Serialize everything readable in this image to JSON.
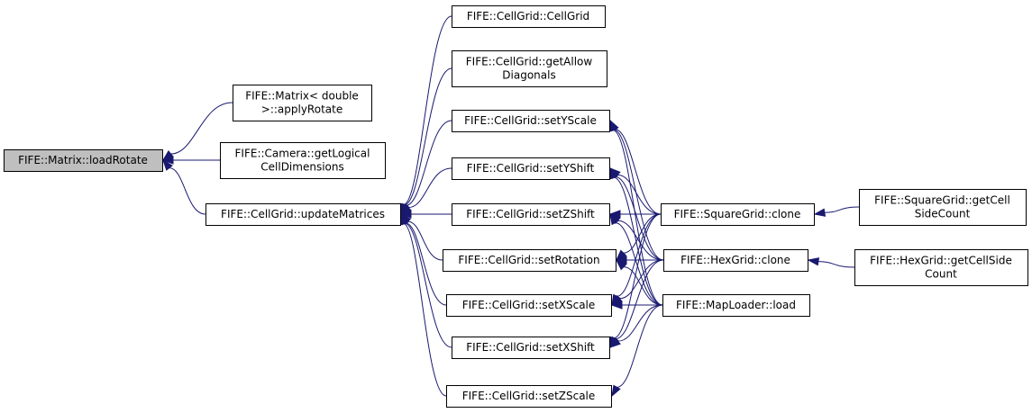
{
  "nodes": [
    {
      "id": "loadRotate",
      "lines": [
        "FIFE::Matrix::loadRotate"
      ],
      "root": true
    },
    {
      "id": "applyRotate",
      "lines": [
        "FIFE::Matrix< double",
        " >::applyRotate"
      ]
    },
    {
      "id": "getLogical",
      "lines": [
        "FIFE::Camera::getLogical",
        "CellDimensions"
      ]
    },
    {
      "id": "updateMatrices",
      "lines": [
        "FIFE::CellGrid::updateMatrices"
      ]
    },
    {
      "id": "cellGrid",
      "lines": [
        "FIFE::CellGrid::CellGrid"
      ]
    },
    {
      "id": "getAllowDiagonals",
      "lines": [
        "FIFE::CellGrid::getAllow",
        "Diagonals"
      ]
    },
    {
      "id": "setYScale",
      "lines": [
        "FIFE::CellGrid::setYScale"
      ]
    },
    {
      "id": "setYShift",
      "lines": [
        "FIFE::CellGrid::setYShift"
      ]
    },
    {
      "id": "setZShift",
      "lines": [
        "FIFE::CellGrid::setZShift"
      ]
    },
    {
      "id": "setRotation",
      "lines": [
        "FIFE::CellGrid::setRotation"
      ]
    },
    {
      "id": "setXScale",
      "lines": [
        "FIFE::CellGrid::setXScale"
      ]
    },
    {
      "id": "setXShift",
      "lines": [
        "FIFE::CellGrid::setXShift"
      ]
    },
    {
      "id": "setZScale",
      "lines": [
        "FIFE::CellGrid::setZScale"
      ]
    },
    {
      "id": "squareClone",
      "lines": [
        "FIFE::SquareGrid::clone"
      ]
    },
    {
      "id": "hexClone",
      "lines": [
        "FIFE::HexGrid::clone"
      ]
    },
    {
      "id": "mapLoad",
      "lines": [
        "FIFE::MapLoader::load"
      ]
    },
    {
      "id": "squareCount",
      "lines": [
        "FIFE::SquareGrid::getCell",
        "SideCount"
      ]
    },
    {
      "id": "hexCount",
      "lines": [
        "FIFE::HexGrid::getCellSide",
        "Count"
      ]
    }
  ],
  "edges": [
    [
      "applyRotate",
      "loadRotate"
    ],
    [
      "getLogical",
      "loadRotate"
    ],
    [
      "updateMatrices",
      "loadRotate"
    ],
    [
      "cellGrid",
      "updateMatrices"
    ],
    [
      "getAllowDiagonals",
      "updateMatrices"
    ],
    [
      "setYScale",
      "updateMatrices"
    ],
    [
      "setYShift",
      "updateMatrices"
    ],
    [
      "setZShift",
      "updateMatrices"
    ],
    [
      "setRotation",
      "updateMatrices"
    ],
    [
      "setXScale",
      "updateMatrices"
    ],
    [
      "setXShift",
      "updateMatrices"
    ],
    [
      "setZScale",
      "updateMatrices"
    ],
    [
      "squareClone",
      "setYScale"
    ],
    [
      "hexClone",
      "setYScale"
    ],
    [
      "mapLoad",
      "setYScale"
    ],
    [
      "squareClone",
      "setYShift"
    ],
    [
      "hexClone",
      "setYShift"
    ],
    [
      "mapLoad",
      "setYShift"
    ],
    [
      "squareClone",
      "setZShift"
    ],
    [
      "hexClone",
      "setZShift"
    ],
    [
      "mapLoad",
      "setZShift"
    ],
    [
      "squareClone",
      "setRotation"
    ],
    [
      "hexClone",
      "setRotation"
    ],
    [
      "mapLoad",
      "setRotation"
    ],
    [
      "squareClone",
      "setXScale"
    ],
    [
      "hexClone",
      "setXScale"
    ],
    [
      "mapLoad",
      "setXScale"
    ],
    [
      "squareClone",
      "setXShift"
    ],
    [
      "hexClone",
      "setXShift"
    ],
    [
      "mapLoad",
      "setXShift"
    ],
    [
      "mapLoad",
      "setZScale"
    ],
    [
      "squareCount",
      "squareClone"
    ],
    [
      "hexCount",
      "hexClone"
    ]
  ]
}
